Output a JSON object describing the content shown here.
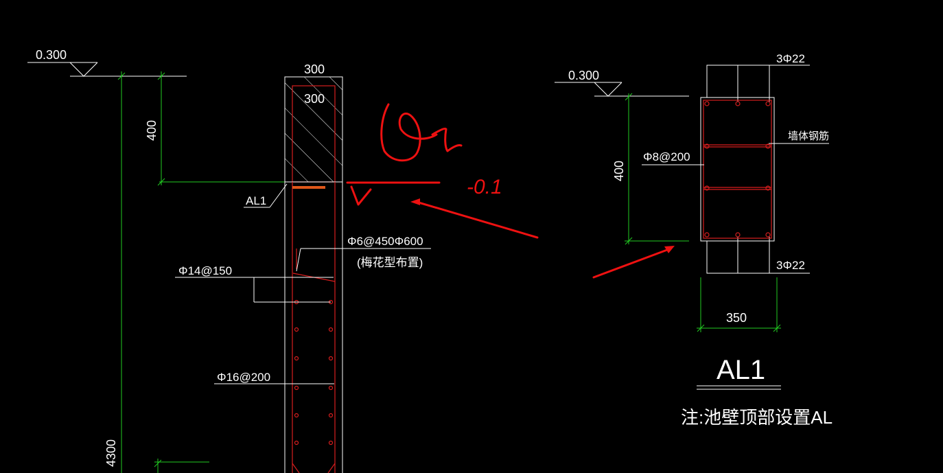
{
  "left_section": {
    "elevation_label": "0.300",
    "wall_width_label": "300",
    "hatch_width_label": "300",
    "beam_depth_label": "400",
    "wall_height_label": "4300",
    "beam_tag": "AL1",
    "stagger_rebar_label": "Φ6@450Φ600",
    "stagger_note": "(梅花型布置)",
    "horiz_rebar_label": "Φ14@150",
    "vert_rebar_label": "Φ16@200"
  },
  "right_section": {
    "elevation_label": "0.300",
    "top_rebar_label": "3Φ22",
    "bottom_rebar_label": "3Φ22",
    "stirrup_label": "Φ8@200",
    "wall_rebar_label": "墙体钢筋",
    "depth_label": "400",
    "width_label": "350",
    "title": "AL1",
    "note": "注:池壁顶部设置AL"
  },
  "annotation": {
    "handwritten_value": "-0.1",
    "color": "#ee1111"
  },
  "colors": {
    "background": "#000000",
    "lines": "#ffffff",
    "dimensions": "#22cc22",
    "rebar": "#d81e1e",
    "strip": "#e0571a"
  }
}
